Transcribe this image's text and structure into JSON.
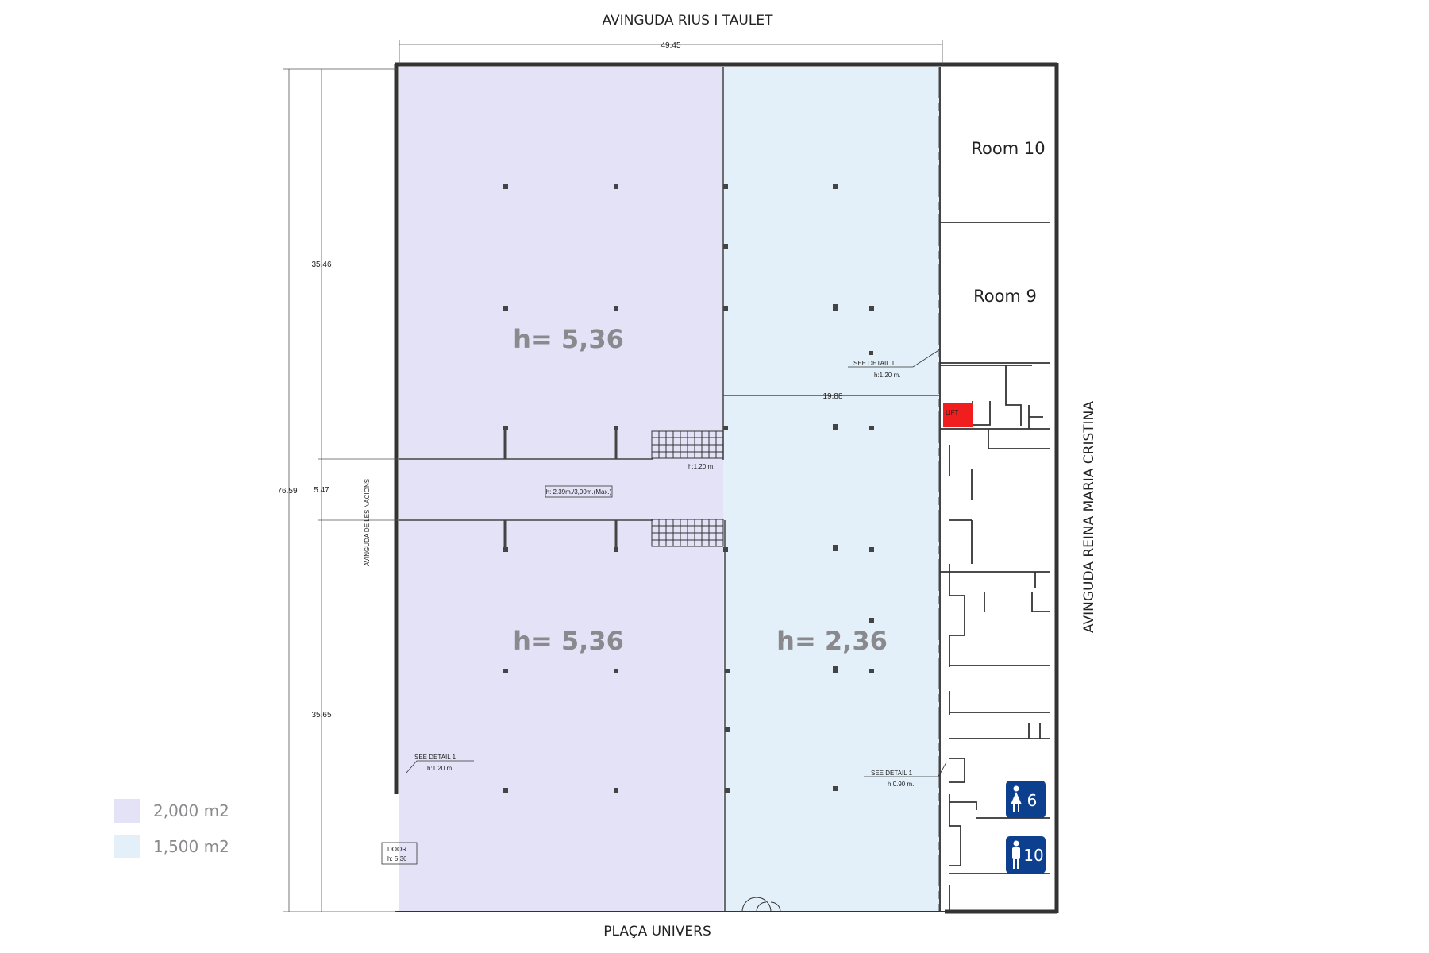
{
  "streets": {
    "top": "AVINGUDA RIUS I TAULET",
    "bottom": "PLAÇA UNIVERS",
    "right": "AVINGUDA REINA MARIA CRISTINA",
    "left": "AVINGUDA DE LES NACIONS"
  },
  "dimensions": {
    "width_top": "49.45",
    "total_height": "76.59",
    "upper_height": "35.46",
    "corridor": "5.47",
    "lower_height": "35.65",
    "mid_width": "19.88"
  },
  "zones": {
    "upper_left_height": "h= 5,36",
    "lower_left_height": "h= 5,36",
    "lower_right_height": "h= 2,36",
    "corridor_height": "h: 2.39m./3,00m.(Max.)"
  },
  "rooms": {
    "room10": "Room 10",
    "room9": "Room 9",
    "lift": "LIFT"
  },
  "annotations": {
    "see_detail_upper": "SEE DETAIL 1",
    "see_detail_upper_h": "h:1.20 m.",
    "stair_h": "h:1.20 m.",
    "see_detail_left": "SEE DETAIL 1",
    "see_detail_left_h": "h:1.20 m.",
    "see_detail_right": "SEE DETAIL 1",
    "see_detail_right_h": "h:0.90 m.",
    "door_label": "DOOR",
    "door_h": "h: 5.36"
  },
  "toilets": {
    "women_count": "6",
    "men_count": "10"
  },
  "legend": [
    {
      "label": "2,000 m2",
      "color": "#e4e2f7"
    },
    {
      "label": "1,500 m2",
      "color": "#e3f0f9"
    }
  ],
  "colors": {
    "zone_a": "#e4e2f7",
    "zone_b": "#e3f0f9",
    "lift": "#f01e1e",
    "toilet_sign": "#0d3f8f"
  },
  "icons": [
    "woman-icon",
    "man-icon"
  ]
}
